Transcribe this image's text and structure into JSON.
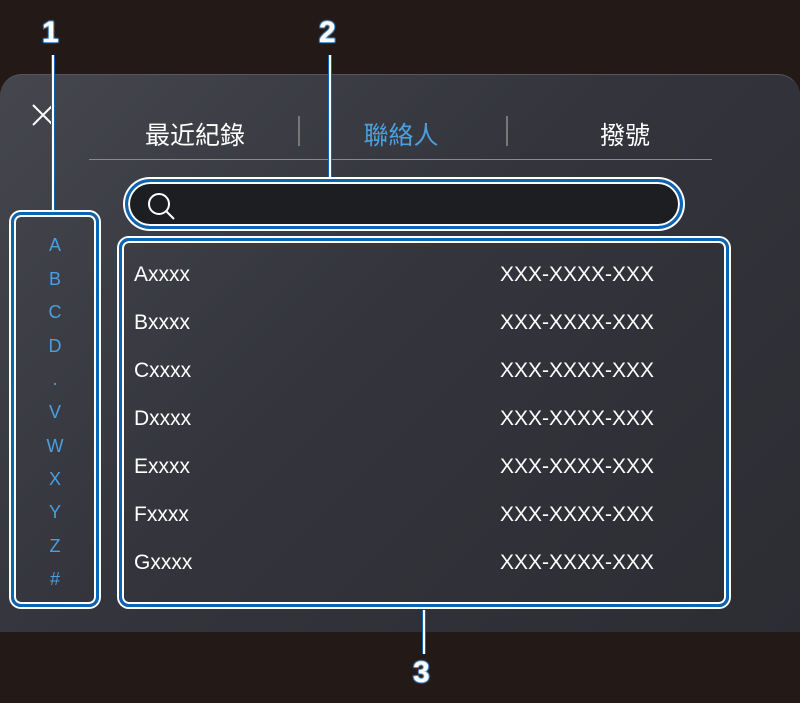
{
  "tabs": [
    {
      "label": "最近紀錄"
    },
    {
      "label": "聯絡人"
    },
    {
      "label": "撥號"
    }
  ],
  "index": [
    "A",
    "B",
    "C",
    "D",
    ".",
    "V",
    "W",
    "X",
    "Y",
    "Z",
    "#"
  ],
  "contacts": [
    {
      "name": "Axxxx",
      "number": "XXX-XXXX-XXX"
    },
    {
      "name": "Bxxxx",
      "number": "XXX-XXXX-XXX"
    },
    {
      "name": "Cxxxx",
      "number": "XXX-XXXX-XXX"
    },
    {
      "name": "Dxxxx",
      "number": "XXX-XXXX-XXX"
    },
    {
      "name": "Exxxx",
      "number": "XXX-XXXX-XXX"
    },
    {
      "name": "Fxxxx",
      "number": "XXX-XXXX-XXX"
    },
    {
      "name": "Gxxxx",
      "number": "XXX-XXXX-XXX"
    }
  ],
  "callouts": [
    "1",
    "2",
    "3"
  ],
  "colors": {
    "accent": "#4a9fe0",
    "callout": "#0b64b4"
  }
}
